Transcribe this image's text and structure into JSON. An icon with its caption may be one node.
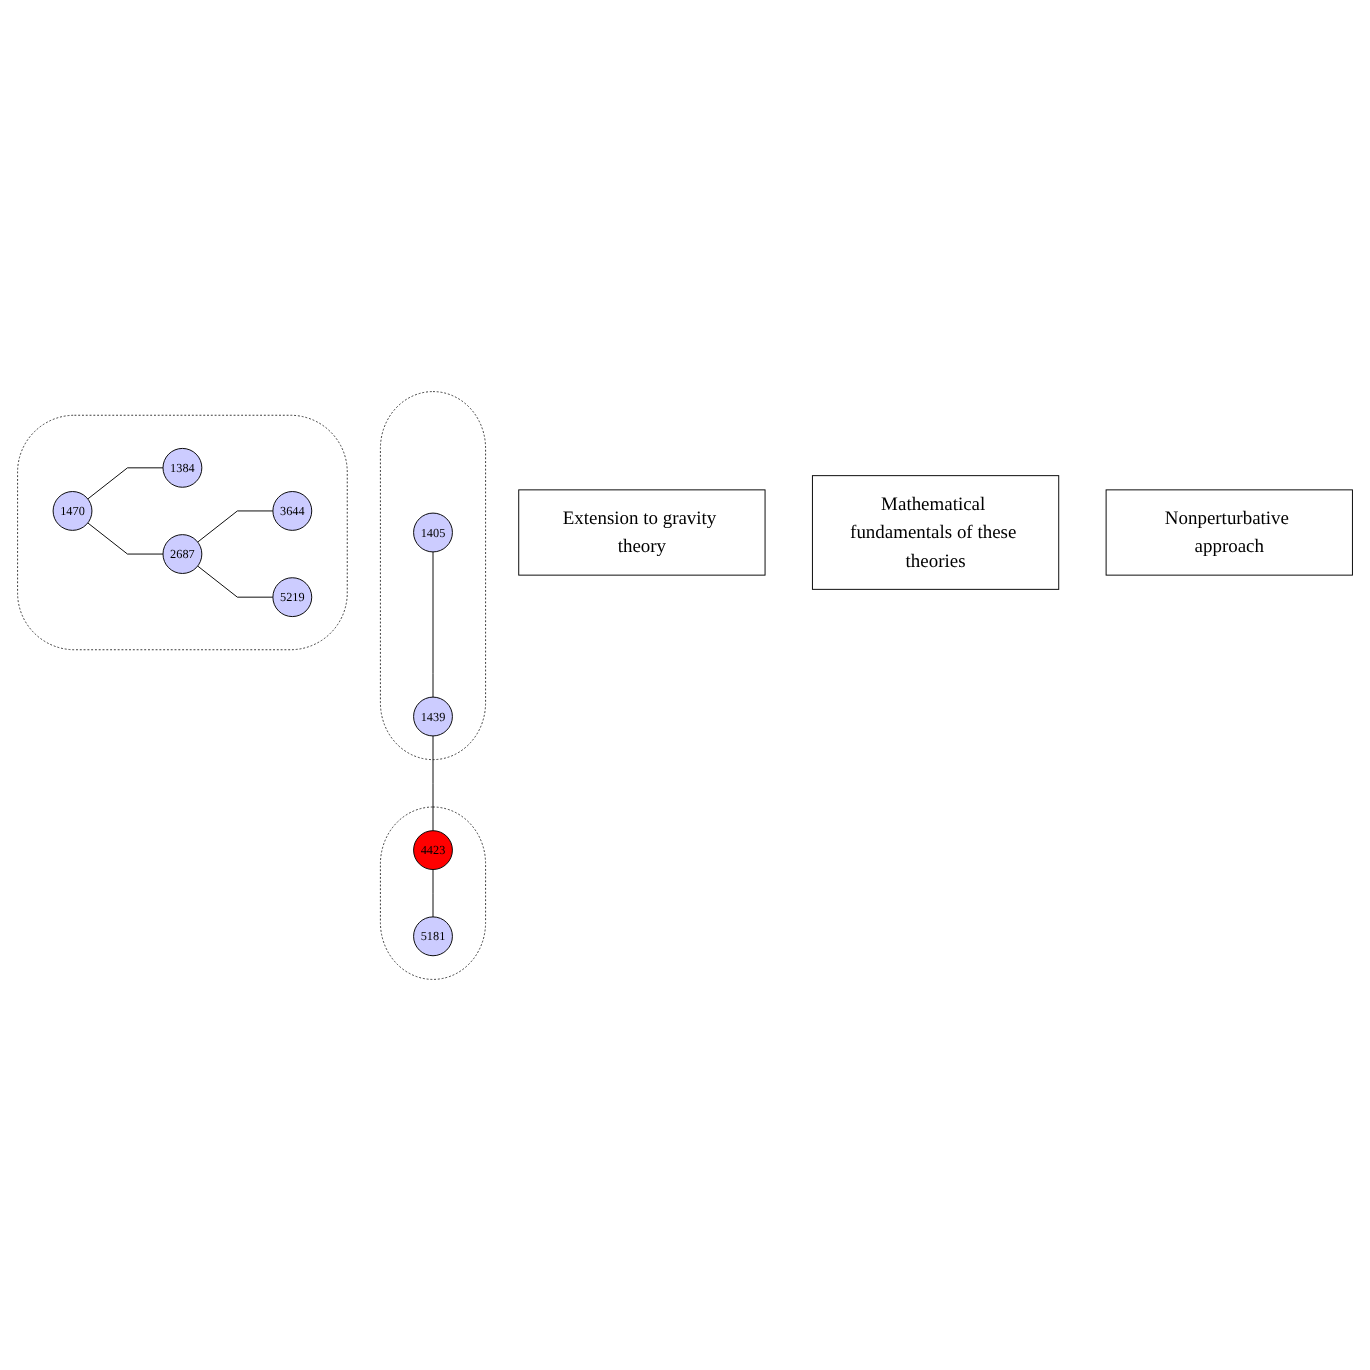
{
  "diagram": {
    "nodes": [
      {
        "text": [
          "Extension to gravity theory"
        ]
      },
      {
        "text": [],
        "shape": "cloud"
      },
      {
        "text": [
          "1405"
        ],
        "in": 1
      },
      {
        "text": [
          "1439"
        ],
        "in": 1
      },
      {
        "text": [],
        "shape": "cloud"
      },
      {
        "text": [
          "5181"
        ],
        "in": 4
      },
      {
        "text": [
          "4423"
        ],
        "in": 4
      },
      {
        "text": [
          "Mathematical fundamentals of these theories"
        ]
      },
      {
        "text": [],
        "shape": "cloud"
      },
      {
        "text": [
          "1470"
        ],
        "in": 8
      },
      {
        "text": [
          "1384"
        ],
        "in": 8
      },
      {
        "text": [
          "3644"
        ],
        "in": 8
      },
      {
        "text": [
          "2687"
        ],
        "in": 8
      },
      {
        "text": [
          "5219"
        ],
        "in": 8
      },
      {
        "text": [
          "Nonperturbative approach"
        ]
      }
    ],
    "edges": [
      {
        "from": 2,
        "to": 3,
        "arrow": "none"
      },
      {
        "from": 3,
        "to": 6,
        "arrow": "none"
      },
      {
        "from": 6,
        "to": 5,
        "arrow": "none"
      },
      {
        "from": 9,
        "to": 10,
        "arrow": "none"
      },
      {
        "from": 9,
        "to": 12,
        "arrow": "none"
      },
      {
        "from": 12,
        "to": 11,
        "arrow": "none"
      },
      {
        "from": 12,
        "to": 13,
        "arrow": "none"
      }
    ]
  }
}
